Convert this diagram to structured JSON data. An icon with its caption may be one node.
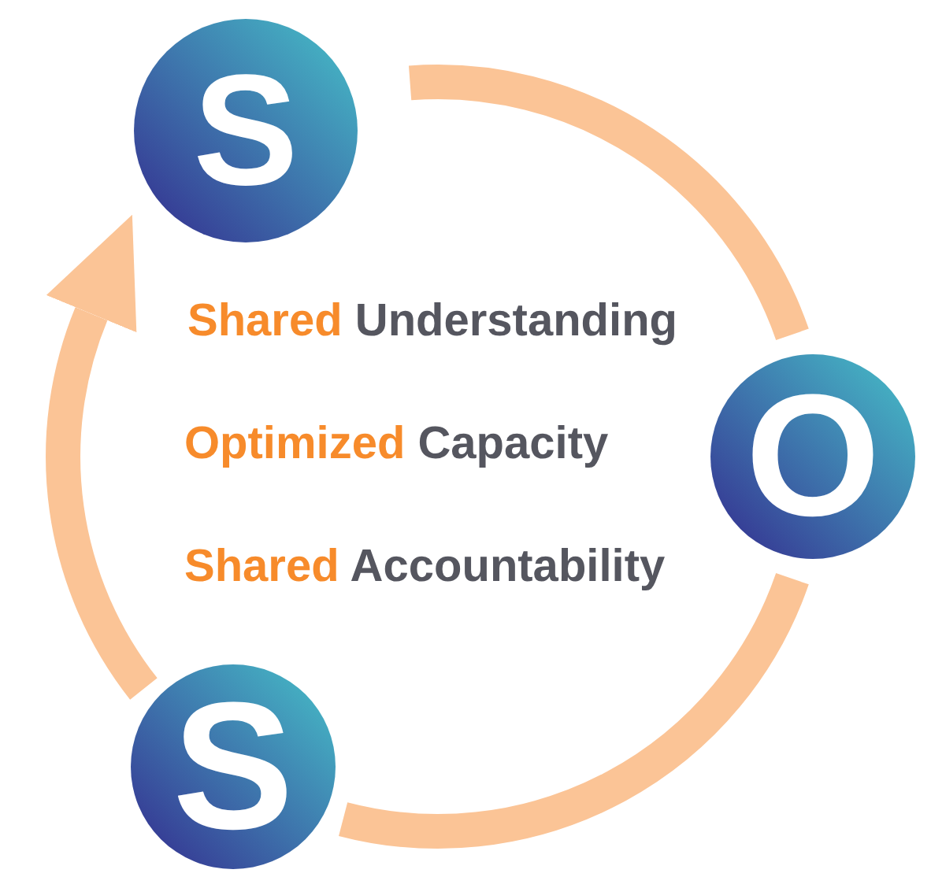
{
  "diagram": {
    "nodes": [
      {
        "text": [
          "S"
        ]
      },
      {
        "text": [
          "O"
        ]
      },
      {
        "text": [
          "S"
        ]
      }
    ],
    "edges": [
      {
        "from": 0,
        "to": 1,
        "arrow": "none"
      },
      {
        "from": 1,
        "to": 2,
        "arrow": "none"
      },
      {
        "from": 2,
        "to": 0,
        "arrow": "to"
      }
    ],
    "labels": [
      "Shared Understanding",
      "Optimized Capacity",
      "Shared Accountability"
    ]
  }
}
